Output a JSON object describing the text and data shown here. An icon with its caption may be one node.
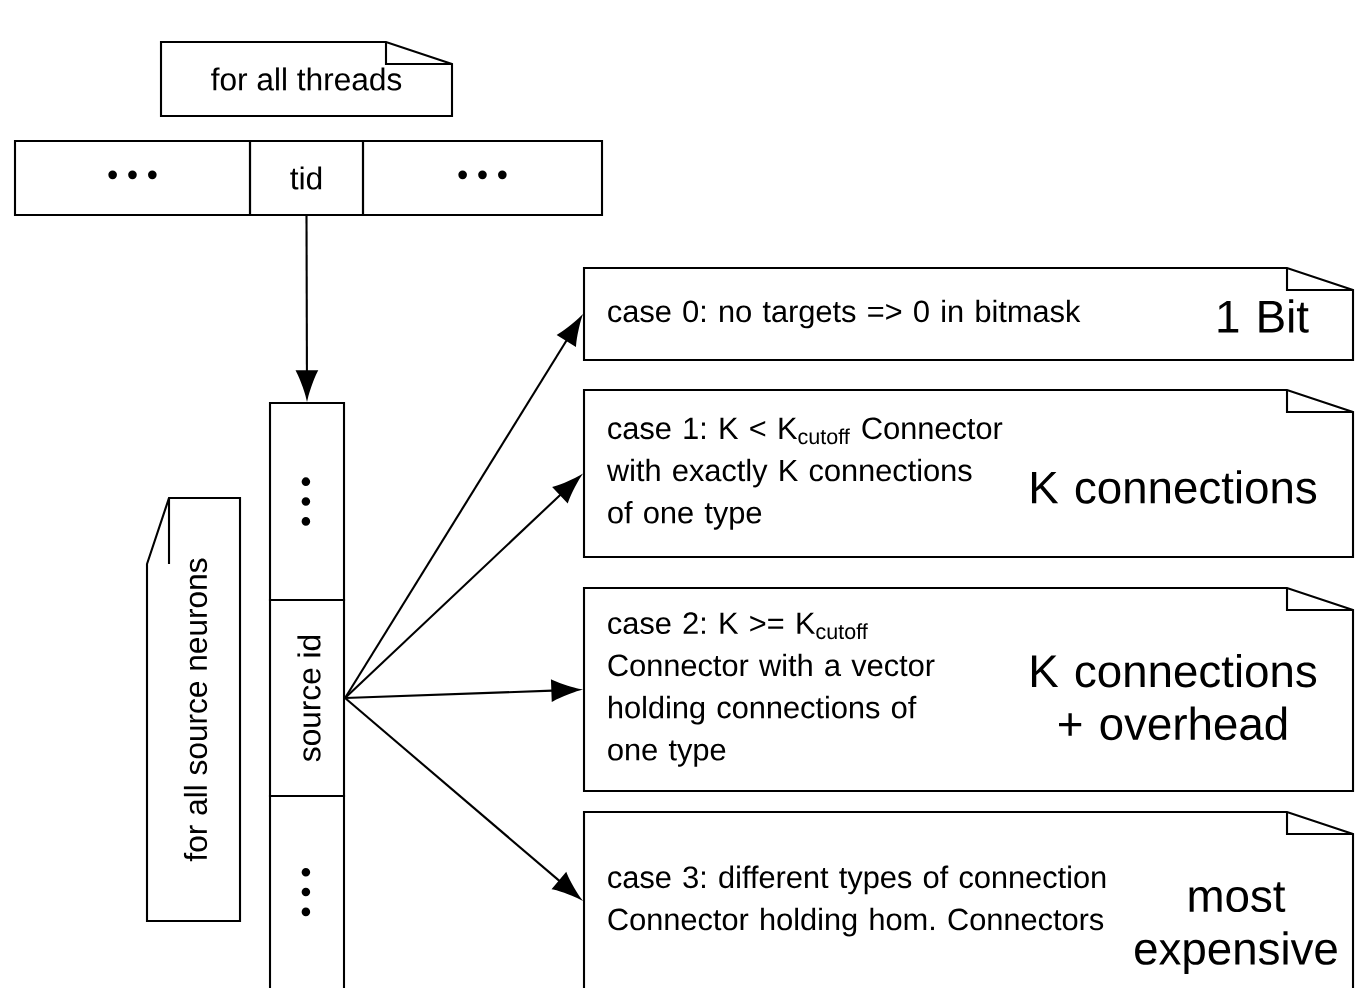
{
  "diagram": {
    "nodes": [
      {
        "text": [
          "for all threads"
        ]
      },
      {
        "text": [
          "• • •"
        ]
      },
      {
        "text": [
          "tid"
        ]
      },
      {
        "text": [
          "• • •"
        ]
      },
      {
        "text": [
          "• • •"
        ]
      },
      {
        "text": [
          "source id"
        ]
      },
      {
        "text": [
          "• • •"
        ]
      },
      {
        "text": [
          "for all source neurons"
        ]
      },
      {
        "text": [
          "case 0: no targets => 0 in bitmask",
          "1 Bit"
        ]
      },
      {
        "text": [
          "case 1: K < K$_{cutoff}$ Connector with exactly K connections of one type",
          "K connections"
        ]
      },
      {
        "text": [
          "case 2: K >= K$_{cutoff}$ Connector with a vector holding connections of one type",
          "K connections + overhead"
        ]
      },
      {
        "text": [
          "case 3: different types of connection Connector holding hom. Connectors",
          "most expensive"
        ]
      }
    ],
    "edges": [
      {
        "from": 2,
        "to": 4,
        "arrow": "to"
      },
      {
        "from": 5,
        "to": 8,
        "arrow": "to"
      },
      {
        "from": 5,
        "to": 9,
        "arrow": "to"
      },
      {
        "from": 5,
        "to": 10,
        "arrow": "to"
      },
      {
        "from": 5,
        "to": 11,
        "arrow": "to"
      }
    ]
  }
}
